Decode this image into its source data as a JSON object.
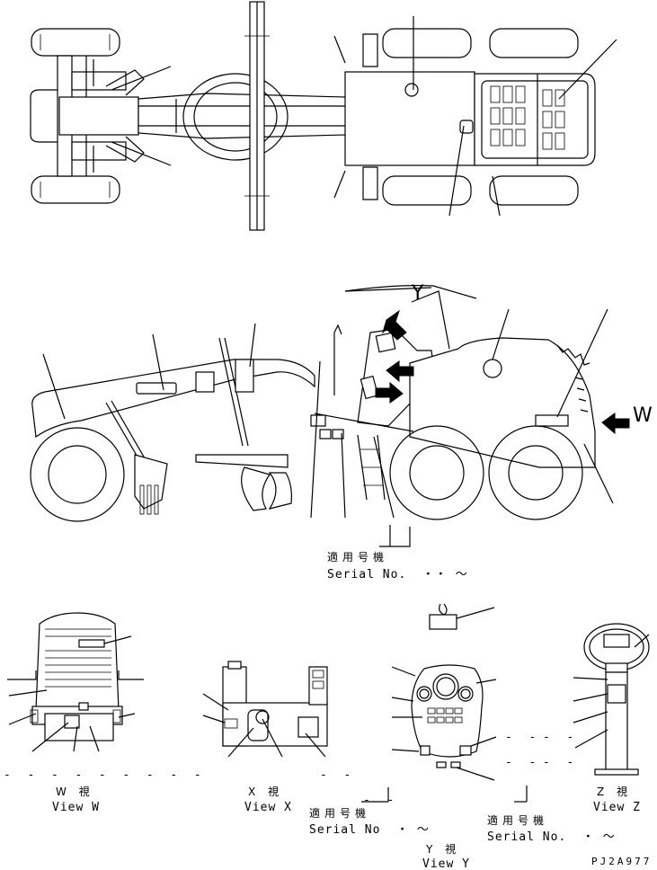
{
  "serial_blocks": [
    {
      "jp": "適用号機",
      "en": "Serial No.  ・・ ～"
    },
    {
      "jp": "適用号機",
      "en": "Serial No  ・ ～"
    },
    {
      "jp": "適用号機",
      "en": "Serial No.  ・ ～"
    }
  ],
  "views": {
    "w": {
      "jp": "W 視",
      "en": "View W"
    },
    "x": {
      "jp": "X 視",
      "en": "View X"
    },
    "y": {
      "jp": "Y 視",
      "en": "View Y"
    },
    "z": {
      "jp": "Z 視",
      "en": "View Z"
    }
  },
  "view_letters": {
    "y": "Y",
    "w": "W"
  },
  "drawing_code": "PJ2A977"
}
